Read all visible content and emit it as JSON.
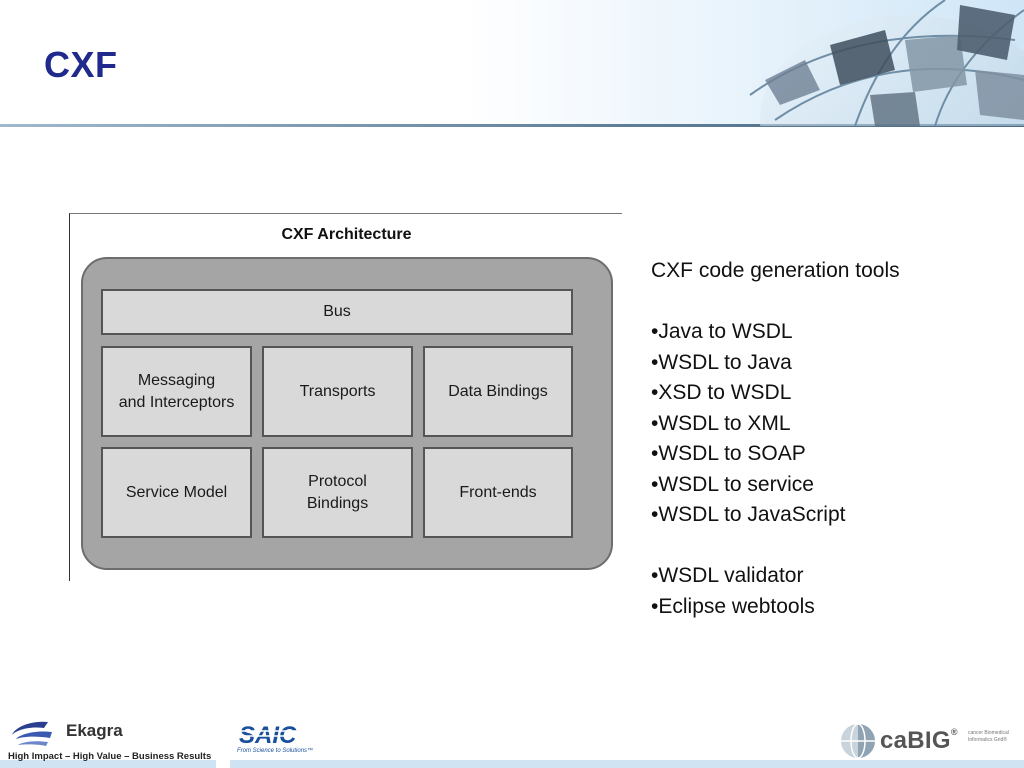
{
  "slide": {
    "title": "CXF"
  },
  "figure": {
    "title": "CXF Architecture",
    "cells": {
      "bus": "Bus",
      "messaging": "Messaging\nand Interceptors",
      "transports": "Transports",
      "data_bindings": "Data Bindings",
      "service_model": "Service Model",
      "protocol_bindings": "Protocol\nBindings",
      "front_ends": "Front-ends"
    }
  },
  "tools": {
    "heading": "CXF code generation tools",
    "items": [
      "•Java to WSDL",
      "•WSDL to Java",
      "•XSD to WSDL",
      "•WSDL to XML",
      "•WSDL to SOAP",
      "•WSDL to service",
      "•WSDL to JavaScript"
    ],
    "extras": [
      "•WSDL validator",
      "•Eclipse webtools"
    ]
  },
  "footer": {
    "ekagra_name": "Ekagra",
    "ekagra_tagline": "High Impact – High Value – Business Results",
    "saic_name": "SAIC",
    "saic_tagline": "From Science to Solutions™",
    "cabig_name": "caBIG",
    "cabig_mark": "®",
    "cabig_tagline": "cancer Biomedical Informatics Grid®"
  },
  "colors": {
    "title": "#1f2a8c",
    "header_gradient_end": "#cfe6f7",
    "diagram_outer": "#a5a5a5",
    "diagram_cell": "#d9d9d9",
    "saic_blue": "#1a4f9c"
  },
  "icons": {
    "header_art": "globe-collage-icon",
    "ekagra": "ekagra-swoosh-icon",
    "saic": "saic-logo-icon",
    "cabig": "cabig-globe-icon"
  }
}
